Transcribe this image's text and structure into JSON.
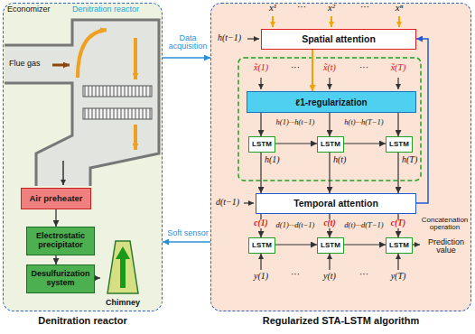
{
  "diagram": {
    "nodes": [
      {
        "text": [
          "Denitration reactor"
        ]
      },
      {
        "text": [
          "Air preheater"
        ],
        "in": 0
      },
      {
        "text": [
          "Electrostatic precipitator"
        ],
        "in": 0
      },
      {
        "text": [
          "Desulfurization system"
        ],
        "in": 0
      },
      {
        "text": [
          "Chimney"
        ],
        "in": 0
      },
      {
        "text": [
          "Regularized STA-LSTM algorithm"
        ]
      },
      {
        "text": [
          "Spatial attention"
        ],
        "in": 5
      },
      {
        "text": [
          "ℓ1-regularization"
        ],
        "in": 5
      },
      {
        "text": [
          "LSTM"
        ],
        "in": 5
      },
      {
        "text": [
          "LSTM"
        ],
        "in": 5
      },
      {
        "text": [
          "LSTM"
        ],
        "in": 5
      },
      {
        "text": [
          "Temporal attention"
        ],
        "in": 5
      },
      {
        "text": [
          "LSTM"
        ],
        "in": 5
      },
      {
        "text": [
          "LSTM"
        ],
        "in": 5
      },
      {
        "text": [
          "LSTM"
        ],
        "in": 5
      }
    ],
    "edges": [
      {
        "from": 0,
        "to": 5,
        "arrow": "to",
        "label": "Data acquisition"
      },
      {
        "from": 5,
        "to": 0,
        "arrow": "to",
        "label": "Soft sensor"
      },
      {
        "from": 1,
        "to": 2,
        "arrow": "to"
      },
      {
        "from": 2,
        "to": 3,
        "arrow": "to"
      },
      {
        "from": 3,
        "to": 4,
        "arrow": "to"
      },
      {
        "from": 6,
        "to": 7,
        "arrow": "to"
      },
      {
        "from": 7,
        "to": 8,
        "arrow": "to"
      },
      {
        "from": 7,
        "to": 9,
        "arrow": "to"
      },
      {
        "from": 7,
        "to": 10,
        "arrow": "to"
      },
      {
        "from": 8,
        "to": 9,
        "arrow": "to"
      },
      {
        "from": 9,
        "to": 10,
        "arrow": "to"
      },
      {
        "from": 8,
        "to": 11,
        "arrow": "to"
      },
      {
        "from": 9,
        "to": 11,
        "arrow": "to"
      },
      {
        "from": 10,
        "to": 11,
        "arrow": "to"
      },
      {
        "from": 11,
        "to": 6,
        "arrow": "to"
      },
      {
        "from": 11,
        "to": 12,
        "arrow": "to",
        "label": "c(1)"
      },
      {
        "from": 11,
        "to": 13,
        "arrow": "to",
        "label": "c(t)"
      },
      {
        "from": 11,
        "to": 14,
        "arrow": "to",
        "label": "c(T)"
      },
      {
        "from": 12,
        "to": 13,
        "arrow": "to"
      },
      {
        "from": 13,
        "to": 14,
        "arrow": "to"
      }
    ],
    "labels": [
      "Economizer",
      "Denitration reactor",
      "Flue gas",
      "x¹",
      "···",
      "x²",
      "···",
      "xⁿ",
      "h(t−1)",
      "x̃(1)",
      "···",
      "x̃(t)",
      "···",
      "x̃(T)",
      "h(1)···h(t−1)",
      "h(t)···h(T−1)",
      "h(1)",
      "h(t)",
      "h(T)",
      "d(t−1)",
      "Concatenation operation",
      "d(1)···d(t−1)",
      "d(t)···d(T−1)",
      "Prediction value",
      "y(1)",
      "···",
      "y(t)",
      "···",
      "y(T)"
    ]
  }
}
